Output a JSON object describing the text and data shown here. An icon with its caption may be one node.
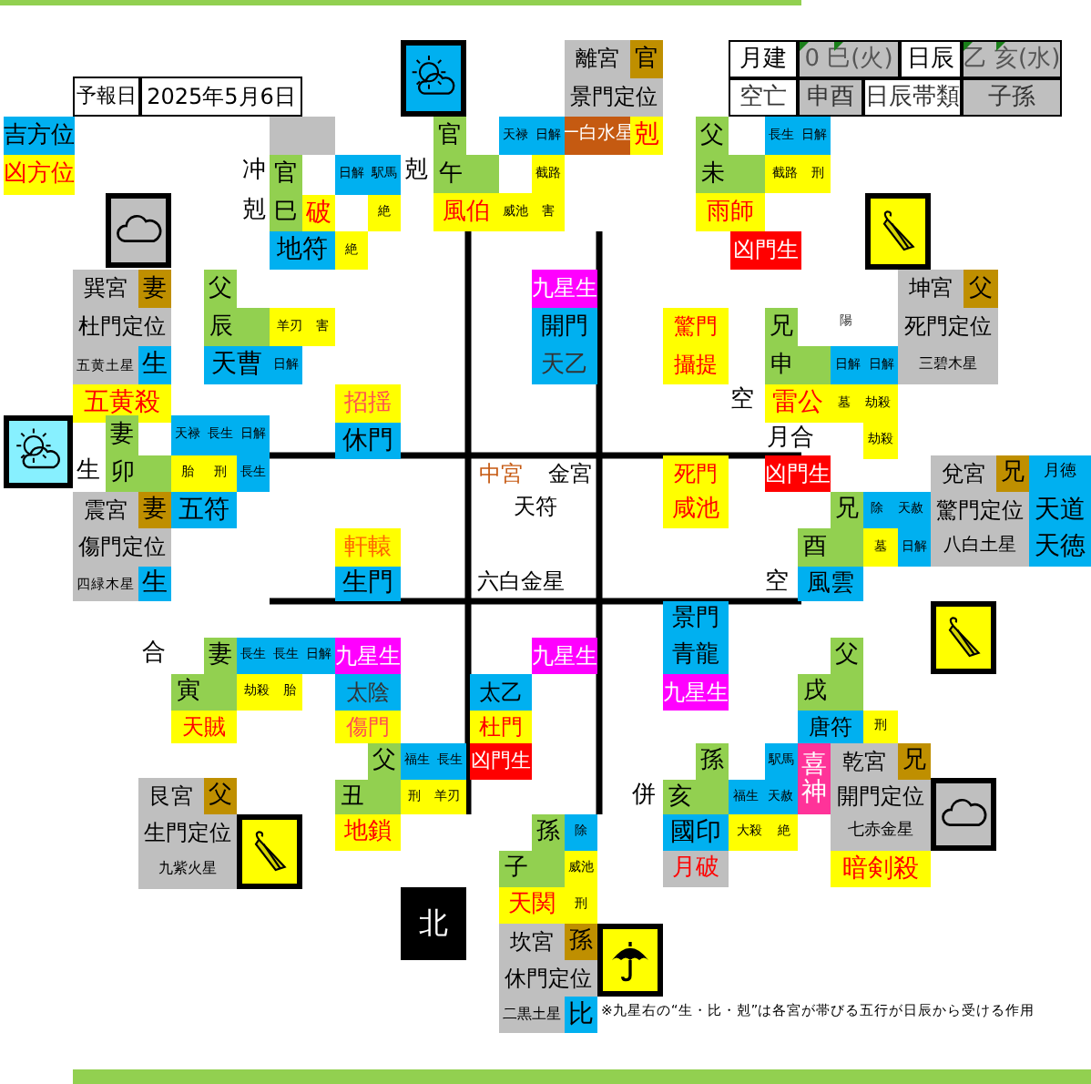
{
  "diagram": {
    "nodes": [
      {
        "text": [
          "予報日"
        ]
      },
      {
        "text": [
          "2025年5月6日"
        ]
      },
      {
        "text": [
          "月建"
        ]
      },
      {
        "text": [
          "0 巳(火)"
        ]
      },
      {
        "text": [
          "日辰"
        ]
      },
      {
        "text": [
          "乙 亥(水)"
        ]
      },
      {
        "text": [
          "空亡"
        ]
      },
      {
        "text": [
          "申酉"
        ]
      },
      {
        "text": [
          "日辰帯類"
        ]
      },
      {
        "text": [
          "子孫"
        ]
      },
      {
        "text": [
          "離宮"
        ]
      },
      {
        "text": [
          "官"
        ]
      },
      {
        "text": [
          "景門定位"
        ]
      },
      {
        "text": [
          "一白水星"
        ]
      },
      {
        "text": [
          "剋"
        ]
      },
      {
        "text": [
          "吉方位"
        ]
      },
      {
        "text": [
          "凶方位"
        ]
      },
      {
        "text": [
          "官"
        ]
      },
      {
        "text": [
          "天禄",
          "日解"
        ]
      },
      {
        "text": [
          "官"
        ]
      },
      {
        "text": [
          "日解",
          "駅馬"
        ]
      },
      {
        "text": [
          "午"
        ]
      },
      {
        "text": [
          "截路",
          "害"
        ]
      },
      {
        "text": [
          "父"
        ]
      },
      {
        "text": [
          "長生",
          "日解"
        ]
      },
      {
        "text": [
          "未"
        ]
      },
      {
        "text": [
          "截路",
          "刑"
        ]
      },
      {
        "text": [
          "巳"
        ]
      },
      {
        "text": [
          "破"
        ]
      },
      {
        "text": [
          "絶"
        ]
      },
      {
        "text": [
          "風伯"
        ]
      },
      {
        "text": [
          "威池"
        ]
      },
      {
        "text": [
          "雨師"
        ]
      },
      {
        "text": [
          "地符"
        ]
      },
      {
        "text": [
          "絶"
        ]
      },
      {
        "text": [
          "凶門生"
        ]
      },
      {
        "text": [
          "巽宮"
        ]
      },
      {
        "text": [
          "妻"
        ]
      },
      {
        "text": [
          "父"
        ]
      },
      {
        "text": [
          "九星生"
        ]
      },
      {
        "text": [
          "坤宮"
        ]
      },
      {
        "text": [
          "父"
        ]
      },
      {
        "text": [
          "杜門定位"
        ]
      },
      {
        "text": [
          "辰"
        ]
      },
      {
        "text": [
          "羊刃",
          "害"
        ]
      },
      {
        "text": [
          "開門"
        ]
      },
      {
        "text": [
          "驚門"
        ]
      },
      {
        "text": [
          "兄"
        ]
      },
      {
        "text": [
          "死門定位"
        ]
      },
      {
        "text": [
          "五黄土星"
        ]
      },
      {
        "text": [
          "生"
        ]
      },
      {
        "text": [
          "天曹"
        ]
      },
      {
        "text": [
          "日解"
        ]
      },
      {
        "text": [
          "天乙"
        ]
      },
      {
        "text": [
          "攝提"
        ]
      },
      {
        "text": [
          "申"
        ]
      },
      {
        "text": [
          "日解",
          "日解"
        ]
      },
      {
        "text": [
          "三碧木星"
        ]
      },
      {
        "text": [
          "五黄殺"
        ]
      },
      {
        "text": [
          "招揺"
        ]
      },
      {
        "text": [
          "雷公"
        ]
      },
      {
        "text": [
          "墓",
          "劫殺"
        ]
      },
      {
        "text": [
          "妻"
        ]
      },
      {
        "text": [
          "天禄",
          "長生",
          "日解"
        ]
      },
      {
        "text": [
          "休門"
        ]
      },
      {
        "text": [
          "劫殺"
        ]
      },
      {
        "text": [
          "卯"
        ]
      },
      {
        "text": [
          "胎",
          "刑"
        ]
      },
      {
        "text": [
          "長生"
        ]
      },
      {
        "text": [
          "死門"
        ]
      },
      {
        "text": [
          "凶門生"
        ]
      },
      {
        "text": [
          "兌宮"
        ]
      },
      {
        "text": [
          "兄"
        ]
      },
      {
        "text": [
          "月徳"
        ]
      },
      {
        "text": [
          "震宮"
        ]
      },
      {
        "text": [
          "妻"
        ]
      },
      {
        "text": [
          "五符"
        ]
      },
      {
        "text": [
          "咸池"
        ]
      },
      {
        "text": [
          "兄"
        ]
      },
      {
        "text": [
          "除",
          "天赦"
        ]
      },
      {
        "text": [
          "驚門定位"
        ]
      },
      {
        "text": [
          "天道"
        ]
      },
      {
        "text": [
          "傷門定位"
        ]
      },
      {
        "text": [
          "軒轅"
        ]
      },
      {
        "text": [
          "酉"
        ]
      },
      {
        "text": [
          "墓"
        ]
      },
      {
        "text": [
          "日解"
        ]
      },
      {
        "text": [
          "八白土星"
        ]
      },
      {
        "text": [
          "天徳"
        ]
      },
      {
        "text": [
          "四緑木星"
        ]
      },
      {
        "text": [
          "生"
        ]
      },
      {
        "text": [
          "生門"
        ]
      },
      {
        "text": [
          "風雲"
        ]
      },
      {
        "text": [
          "景門"
        ]
      },
      {
        "text": [
          "妻"
        ]
      },
      {
        "text": [
          "長生",
          "長生",
          "日解"
        ]
      },
      {
        "text": [
          "九星生"
        ]
      },
      {
        "text": [
          "九星生"
        ]
      },
      {
        "text": [
          "青龍"
        ]
      },
      {
        "text": [
          "父"
        ]
      },
      {
        "text": [
          "寅"
        ]
      },
      {
        "text": [
          "劫殺",
          "胎"
        ]
      },
      {
        "text": [
          "太陰"
        ]
      },
      {
        "text": [
          "太乙"
        ]
      },
      {
        "text": [
          "九星生"
        ]
      },
      {
        "text": [
          "戌"
        ]
      },
      {
        "text": [
          "天賊"
        ]
      },
      {
        "text": [
          "傷門"
        ]
      },
      {
        "text": [
          "杜門"
        ]
      },
      {
        "text": [
          "唐符"
        ]
      },
      {
        "text": [
          "刑"
        ]
      },
      {
        "text": [
          "父"
        ]
      },
      {
        "text": [
          "福生",
          "長生"
        ]
      },
      {
        "text": [
          "凶門生"
        ]
      },
      {
        "text": [
          "孫"
        ]
      },
      {
        "text": [
          "駅馬"
        ]
      },
      {
        "text": [
          "喜神"
        ]
      },
      {
        "text": [
          "乾宮"
        ]
      },
      {
        "text": [
          "兄"
        ]
      },
      {
        "text": [
          "艮宮"
        ]
      },
      {
        "text": [
          "父"
        ]
      },
      {
        "text": [
          "丑"
        ]
      },
      {
        "text": [
          "刑",
          "羊刃"
        ]
      },
      {
        "text": [
          "亥"
        ]
      },
      {
        "text": [
          "福生",
          "天赦"
        ]
      },
      {
        "text": [
          "開門定位"
        ]
      },
      {
        "text": [
          "生門定位"
        ]
      },
      {
        "text": [
          "地鎖"
        ]
      },
      {
        "text": [
          "孫"
        ]
      },
      {
        "text": [
          "除"
        ]
      },
      {
        "text": [
          "國印"
        ]
      },
      {
        "text": [
          "大殺",
          "絶"
        ]
      },
      {
        "text": [
          "七赤金星"
        ]
      },
      {
        "text": [
          "九紫火星"
        ]
      },
      {
        "text": [
          "子"
        ]
      },
      {
        "text": [
          "威池"
        ]
      },
      {
        "text": [
          "月破"
        ]
      },
      {
        "text": [
          "暗剣殺"
        ]
      },
      {
        "text": [
          "北"
        ]
      },
      {
        "text": [
          "天関"
        ]
      },
      {
        "text": [
          "刑"
        ]
      },
      {
        "text": [
          "坎宮"
        ]
      },
      {
        "text": [
          "孫"
        ]
      },
      {
        "text": [
          "休門定位"
        ]
      },
      {
        "text": [
          "二黒土星"
        ]
      },
      {
        "text": [
          "比"
        ]
      }
    ],
    "labels": [
      "冲",
      "剋",
      "剋",
      "陽",
      "空",
      "月合",
      "生",
      "中宮",
      "金宮",
      "天符",
      "六白金星",
      "空",
      "合",
      "併",
      "※九星右の“生・比・剋”は各宮が帯びる五行が日辰から受ける作用"
    ]
  }
}
